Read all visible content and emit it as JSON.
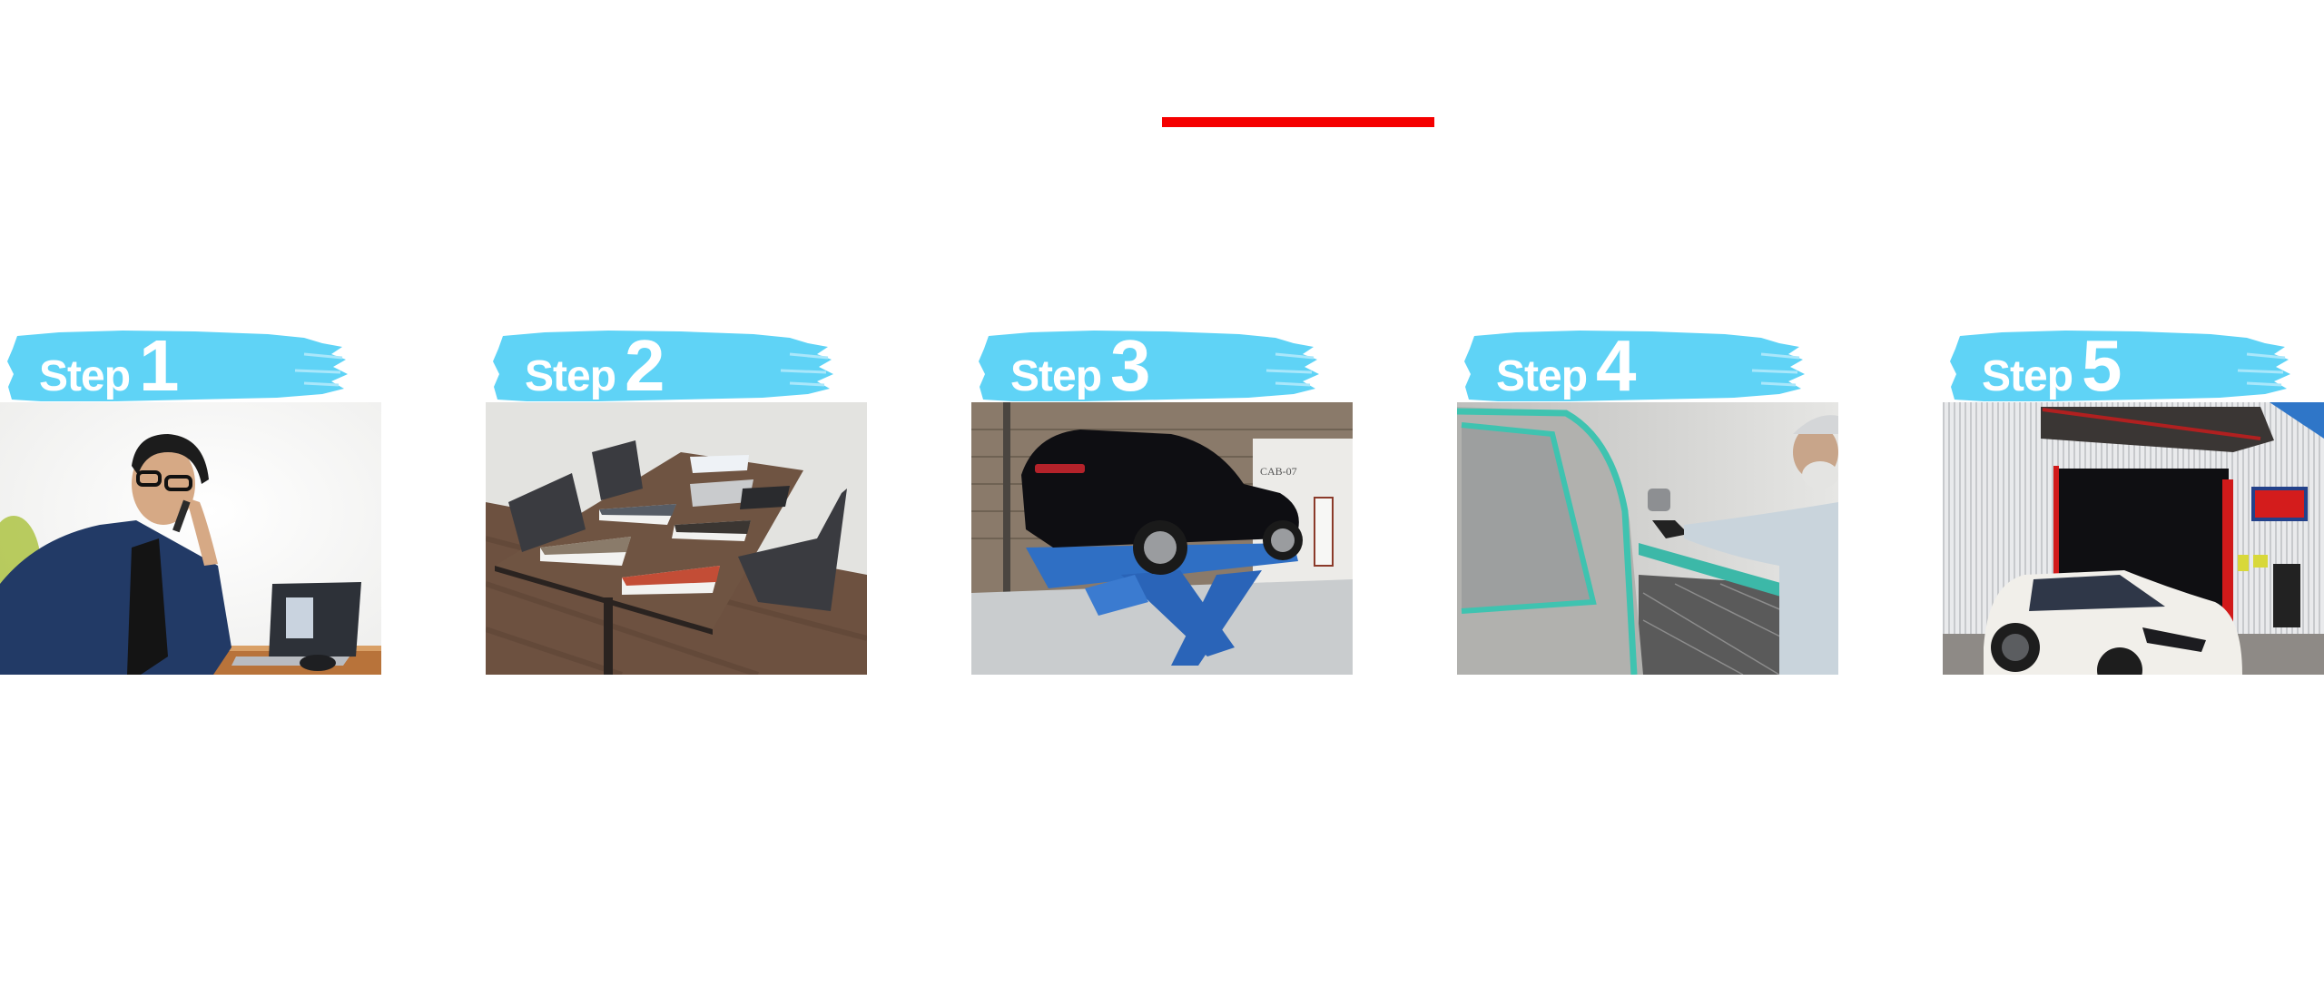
{
  "heading": {
    "title": "",
    "rule_color": "#f50000"
  },
  "badge_color": "#5fd3f6",
  "steps": [
    {
      "word": "Step",
      "number": "1",
      "photo": "man-on-phone-at-laptop",
      "caption": ""
    },
    {
      "word": "Step",
      "number": "2",
      "photo": "meeting-table-with-brochures",
      "caption": ""
    },
    {
      "word": "Step",
      "number": "3",
      "photo": "black-suv-on-blue-lift",
      "caption": "",
      "photo_text": "CAB-07"
    },
    {
      "word": "Step",
      "number": "4",
      "photo": "worker-spray-painting-car",
      "caption": ""
    },
    {
      "word": "Step",
      "number": "5",
      "photo": "white-suv-in-front-of-garage",
      "caption": ""
    }
  ]
}
